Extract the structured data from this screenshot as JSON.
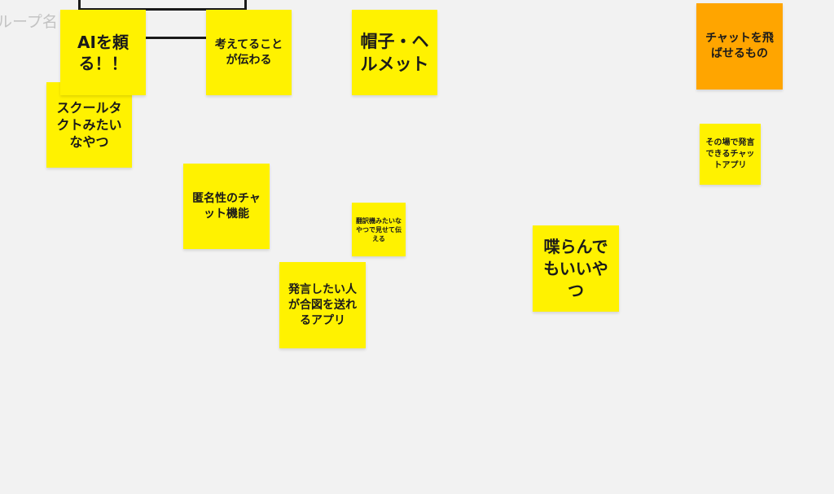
{
  "board": {
    "group_label": "ループ名",
    "notes": [
      {
        "id": "ai",
        "text": "AIを頼る！！"
      },
      {
        "id": "thinking",
        "text": "考えてることが伝わる"
      },
      {
        "id": "helmet",
        "text": "帽子・ヘルメット"
      },
      {
        "id": "chat-fly",
        "text": "チャットを飛ばせるもの"
      },
      {
        "id": "scroll",
        "text": "スクールタクトみたいなやつ"
      },
      {
        "id": "onsite",
        "text": "その場で発言できるチャットアプリ"
      },
      {
        "id": "anon",
        "text": "匿名性のチャット機能"
      },
      {
        "id": "translate",
        "text": "翻訳機みたいなやつで見せて伝える"
      },
      {
        "id": "no-speak",
        "text": "喋らんでもいいやつ"
      },
      {
        "id": "signal",
        "text": "発言したい人が合図を送れるアプリ"
      }
    ]
  },
  "colors": {
    "background": "#f2f2f2",
    "sticky_yellow": "#fff200",
    "sticky_orange": "#ffa500",
    "connector": "#1a1a1a"
  }
}
